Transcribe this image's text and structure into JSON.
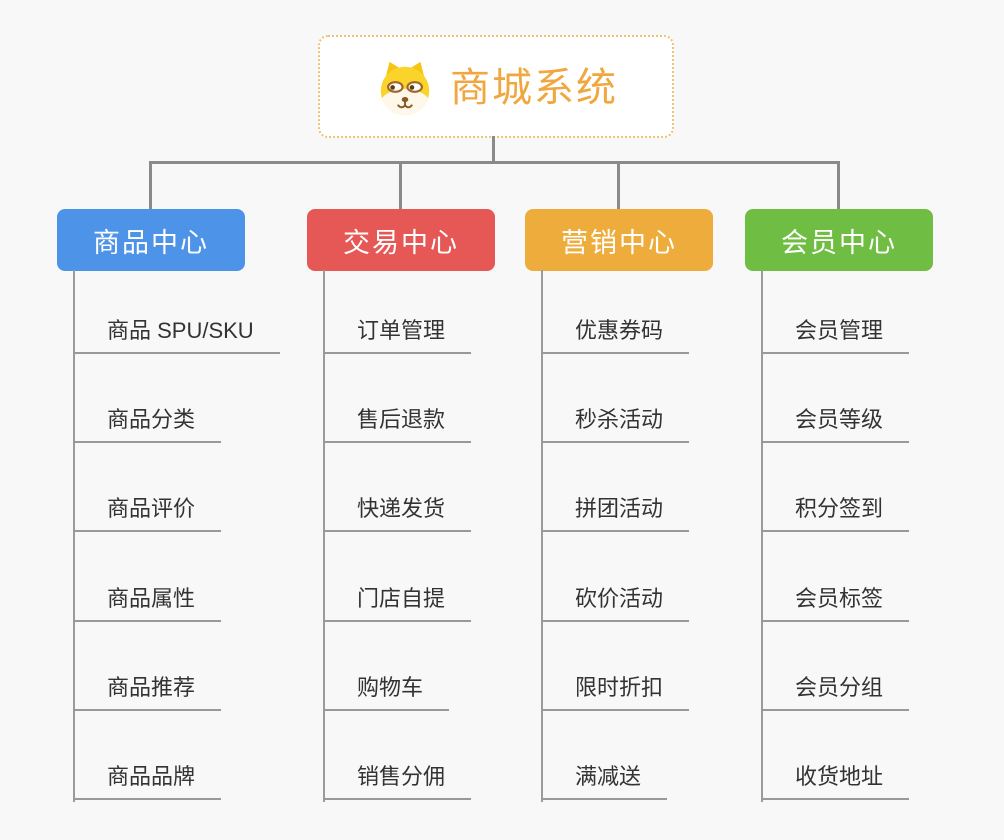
{
  "root": {
    "title": "商城系统",
    "icon": "dog-face-icon",
    "border_color": "#EDC377",
    "title_color": "#F0A73F",
    "background": "#FFFFFF"
  },
  "branches": [
    {
      "label": "商品中心",
      "color": "#4D93E8",
      "items": [
        "商品 SPU/SKU",
        "商品分类",
        "商品评价",
        "商品属性",
        "商品推荐",
        "商品品牌"
      ]
    },
    {
      "label": "交易中心",
      "color": "#E55856",
      "items": [
        "订单管理",
        "售后退款",
        "快递发货",
        "门店自提",
        "购物车",
        "销售分佣"
      ]
    },
    {
      "label": "营销中心",
      "color": "#EEAC3C",
      "items": [
        "优惠券码",
        "秒杀活动",
        "拼团活动",
        "砍价活动",
        "限时折扣",
        "满减送"
      ]
    },
    {
      "label": "会员中心",
      "color": "#6FBE43",
      "items": [
        "会员管理",
        "会员等级",
        "积分签到",
        "会员标签",
        "会员分组",
        "收货地址"
      ]
    }
  ],
  "colors": {
    "canvas_background": "#F8F8F8",
    "connector": "#8A8A8A",
    "trunk": "#9B9B9B",
    "item_underline": "#999999",
    "item_text": "#333333"
  }
}
